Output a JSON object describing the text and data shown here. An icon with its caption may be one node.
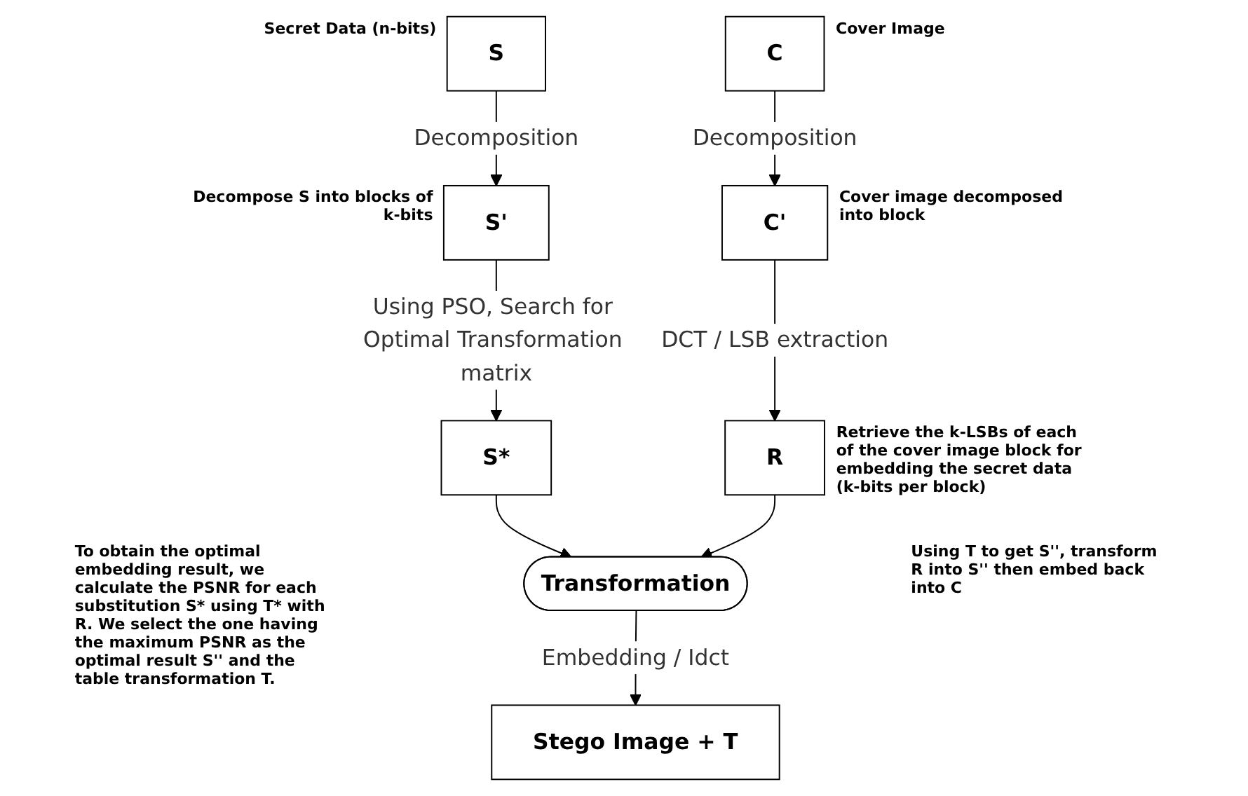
{
  "diagram": {
    "nodes": [
      {
        "text": [
          "C"
        ],
        "beside": [
          "Cover Image"
        ]
      },
      {
        "text": [
          "C'"
        ],
        "beside": [
          "Cover image decomposed into block"
        ]
      },
      {
        "text": [
          "R"
        ],
        "beside": [
          "Retrieve the k-LSBs of each of the cover image block for embedding the secret data (k-bits per block)"
        ]
      },
      {
        "text": [
          "S"
        ],
        "beside": [
          "Secret Data (n-bits)"
        ]
      },
      {
        "text": [
          "S'"
        ],
        "beside": [
          "Decompose S into blocks of k-bits"
        ]
      },
      {
        "text": [
          "S*"
        ]
      },
      {
        "text": [
          "Transformation"
        ]
      },
      {
        "text": [
          "Stego Image + T"
        ]
      }
    ],
    "edges": [
      {
        "from": 0,
        "to": 1,
        "arrow": "to",
        "label": "Decomposition"
      },
      {
        "from": 1,
        "to": 2,
        "arrow": "to",
        "label": "DCT / LSB extraction"
      },
      {
        "from": 3,
        "to": 4,
        "arrow": "to",
        "label": "Decomposition"
      },
      {
        "from": 4,
        "to": 5,
        "arrow": "to",
        "label": "Using PSO, Search for Optimal Transformation matrix"
      },
      {
        "from": 5,
        "to": 6,
        "arrow": "to"
      },
      {
        "from": 2,
        "to": 6,
        "arrow": "to"
      },
      {
        "from": 6,
        "to": 7,
        "arrow": "to",
        "label": "Embedding / Idct"
      }
    ],
    "labels": [
      "Using T to get S'', transform R into S'' then embed back into C",
      "To obtain the optimal embedding result, we calculate the PSNR for each substitution S* using T* with R. We select the one having the maximum PSNR as the optimal result S'' and the table transformation T."
    ]
  }
}
